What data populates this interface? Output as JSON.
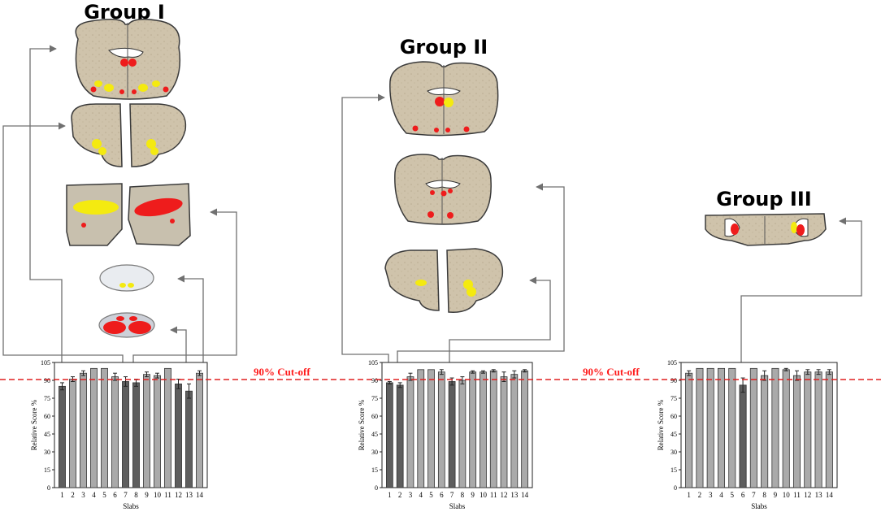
{
  "figure": {
    "cutoff_label": "90% Cut-off",
    "cutoff_value": 90,
    "colors": {
      "cutoff_line": "#e02020",
      "bar_dark": "#5e5e5e",
      "bar_light": "#aaaaaa",
      "connector": "#707070",
      "lesion_red": "#ee1c1c",
      "lesion_yellow": "#f4ea10",
      "tissue": "#c9bda6"
    }
  },
  "chart_data": [
    {
      "type": "bar",
      "title": "Group I",
      "xlabel": "Slabs",
      "ylabel": "Relative Score %",
      "ylim": [
        0,
        105
      ],
      "yticks": [
        0,
        15,
        30,
        45,
        60,
        75,
        90,
        105
      ],
      "categories": [
        "1",
        "2",
        "3",
        "4",
        "5",
        "6",
        "7",
        "8",
        "9",
        "10",
        "11",
        "12",
        "13",
        "14"
      ],
      "values": [
        85,
        91,
        96,
        100,
        100,
        93,
        89,
        88,
        95,
        94,
        100,
        87,
        81,
        96
      ],
      "errors": [
        3,
        2,
        2,
        0,
        0,
        3,
        4,
        3,
        2,
        2,
        0,
        4,
        6,
        2
      ],
      "dark_slabs": [
        "1",
        "7",
        "8",
        "12",
        "13"
      ],
      "grid": false
    },
    {
      "type": "bar",
      "title": "Group II",
      "xlabel": "Slabs",
      "ylabel": "Relative Score %",
      "ylim": [
        0,
        105
      ],
      "yticks": [
        0,
        15,
        30,
        45,
        60,
        75,
        90,
        105
      ],
      "categories": [
        "1",
        "2",
        "3",
        "4",
        "5",
        "6",
        "7",
        "8",
        "9",
        "10",
        "11",
        "12",
        "13",
        "14"
      ],
      "values": [
        88,
        86,
        93,
        99,
        99,
        97,
        89,
        90,
        97,
        97,
        98,
        93,
        95,
        98
      ],
      "errors": [
        1,
        2,
        3,
        0,
        0,
        2,
        3,
        3,
        1,
        1,
        1,
        4,
        3,
        1
      ],
      "dark_slabs": [
        "1",
        "2",
        "7"
      ],
      "grid": false
    },
    {
      "type": "bar",
      "title": "Group III",
      "xlabel": "Slabs",
      "ylabel": "Relative Score %",
      "ylim": [
        0,
        105
      ],
      "yticks": [
        0,
        15,
        30,
        45,
        60,
        75,
        90,
        105
      ],
      "categories": [
        "1",
        "2",
        "3",
        "4",
        "5",
        "6",
        "7",
        "8",
        "9",
        "10",
        "11",
        "12",
        "13",
        "14"
      ],
      "values": [
        96,
        100,
        100,
        100,
        100,
        86,
        100,
        94,
        100,
        99,
        94,
        97,
        97,
        97
      ],
      "errors": [
        2,
        0,
        0,
        0,
        0,
        6,
        0,
        4,
        0,
        1,
        4,
        2,
        2,
        2
      ],
      "dark_slabs": [
        "6"
      ],
      "grid": false
    }
  ]
}
